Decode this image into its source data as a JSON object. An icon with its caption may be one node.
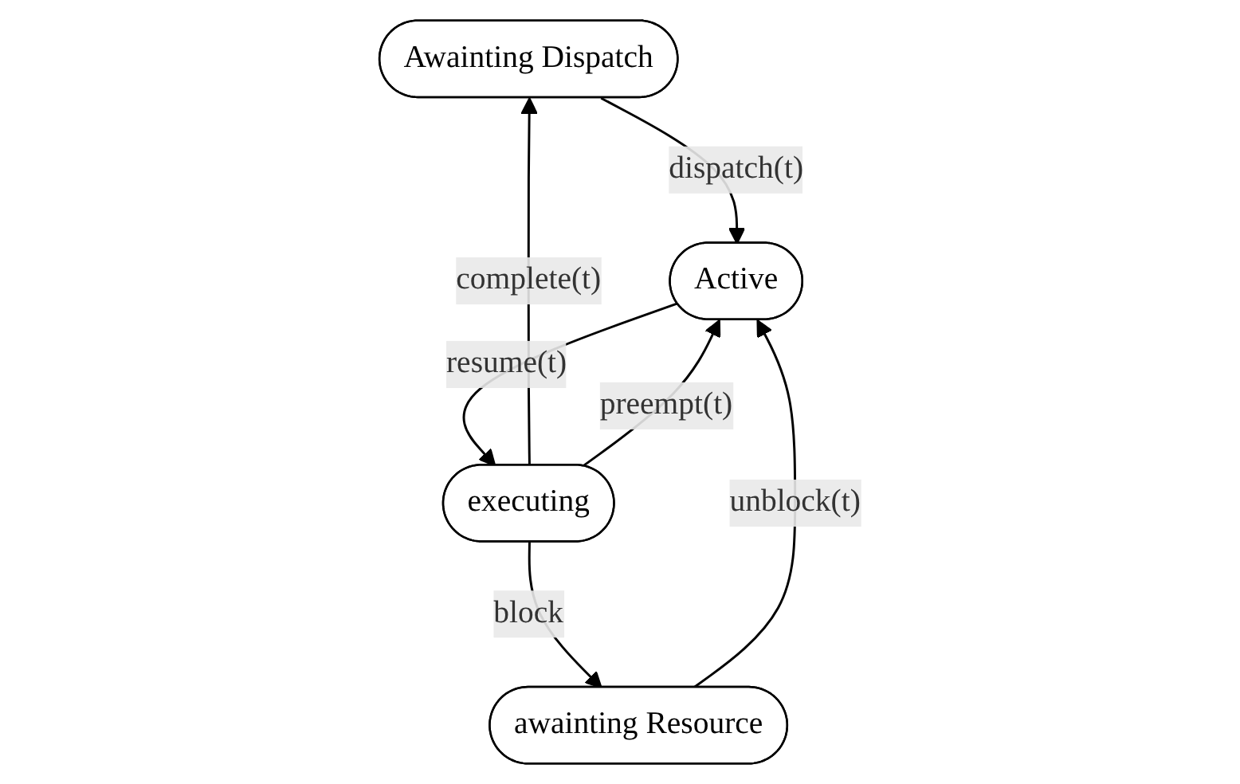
{
  "diagram": {
    "nodes": [
      {
        "text": [
          "Awainting Dispatch"
        ]
      },
      {
        "text": [
          "executing"
        ]
      },
      {
        "text": [
          "Active"
        ]
      },
      {
        "text": [
          "awainting Resource"
        ]
      }
    ],
    "edges": [
      {
        "from": 1,
        "to": 0,
        "arrow": "to",
        "label": "complete(t)"
      },
      {
        "from": 0,
        "to": 2,
        "arrow": "to",
        "label": "dispatch(t)"
      },
      {
        "from": 2,
        "to": 1,
        "arrow": "to",
        "label": "resume(t)"
      },
      {
        "from": 1,
        "to": 2,
        "arrow": "to",
        "label": "preempt(t)"
      },
      {
        "from": 1,
        "to": 3,
        "arrow": "to",
        "label": "block"
      },
      {
        "from": 3,
        "to": 2,
        "arrow": "to",
        "label": "unblock(t)"
      }
    ]
  }
}
